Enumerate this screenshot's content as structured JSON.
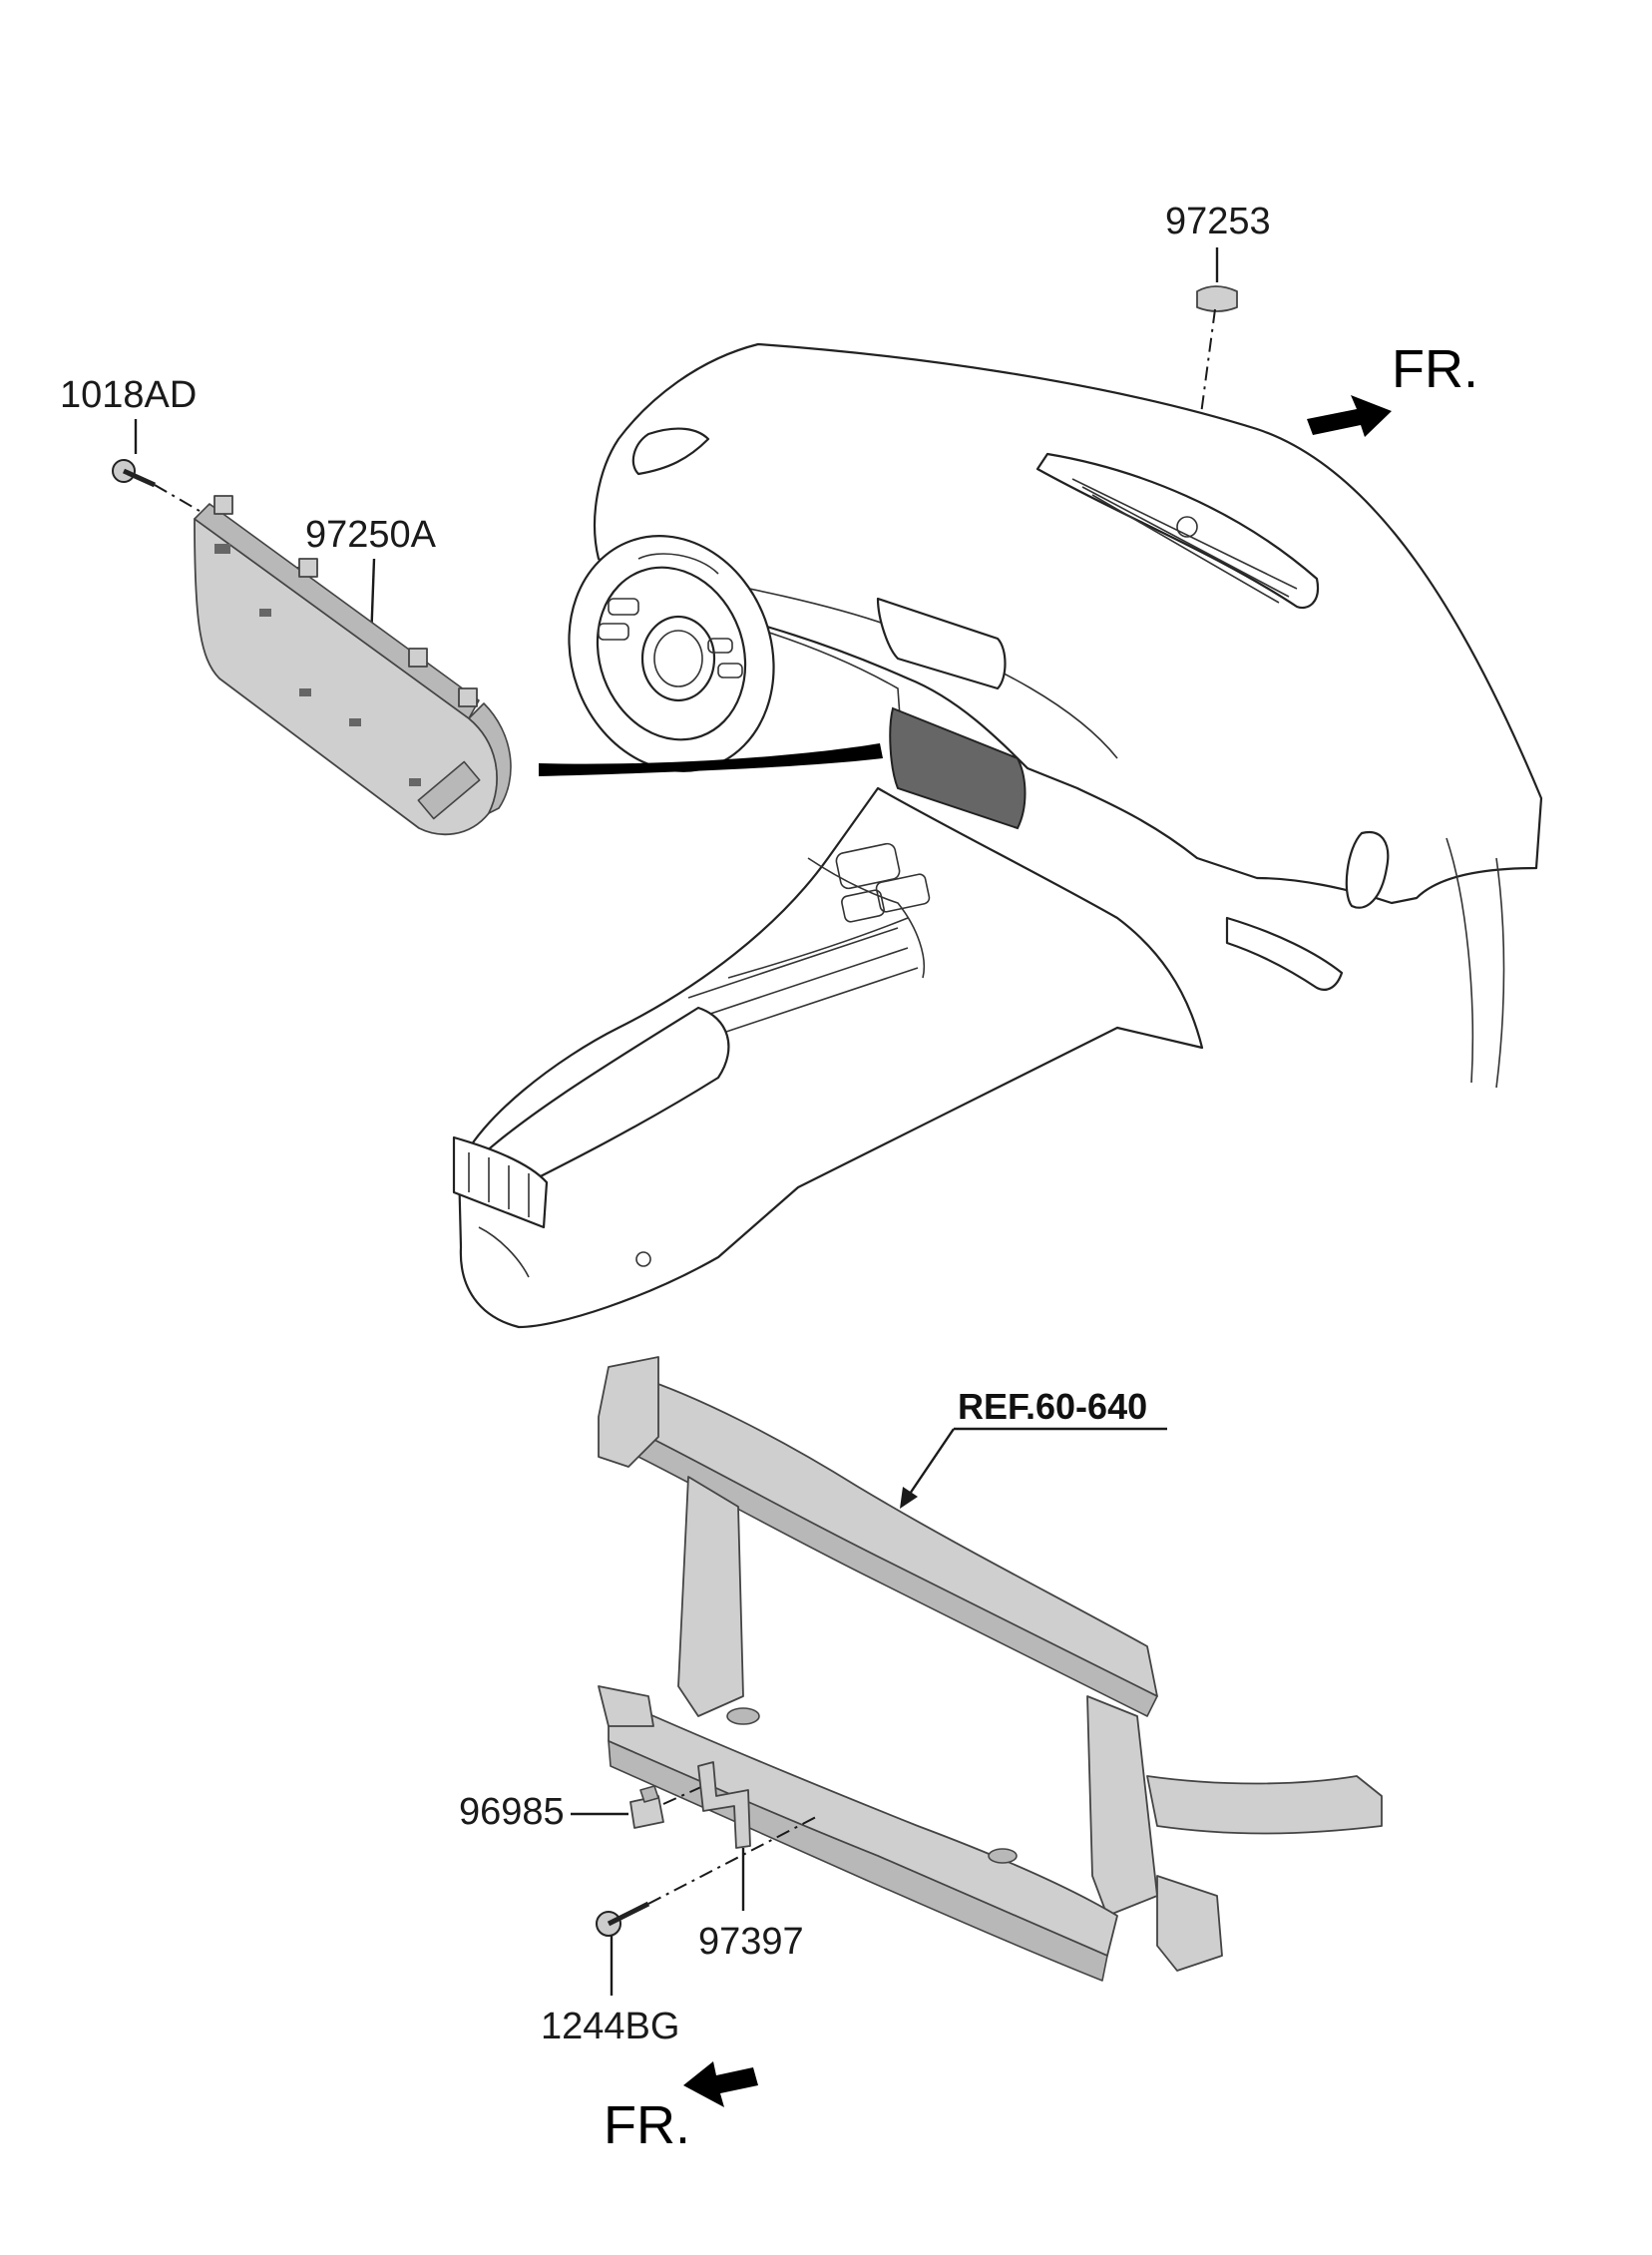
{
  "callouts": {
    "screw_top": "1018AD",
    "module": "97250A",
    "sensor_top": "97253",
    "ref": "REF.60-640",
    "sensor_front": "96985",
    "bracket": "97397",
    "screw_bottom": "1244BG"
  },
  "direction_labels": {
    "top": "FR.",
    "bottom": "FR."
  },
  "colors": {
    "line": "#1a1a1a",
    "part_fill": "#cfcfcf",
    "module_fill": "#666666"
  }
}
